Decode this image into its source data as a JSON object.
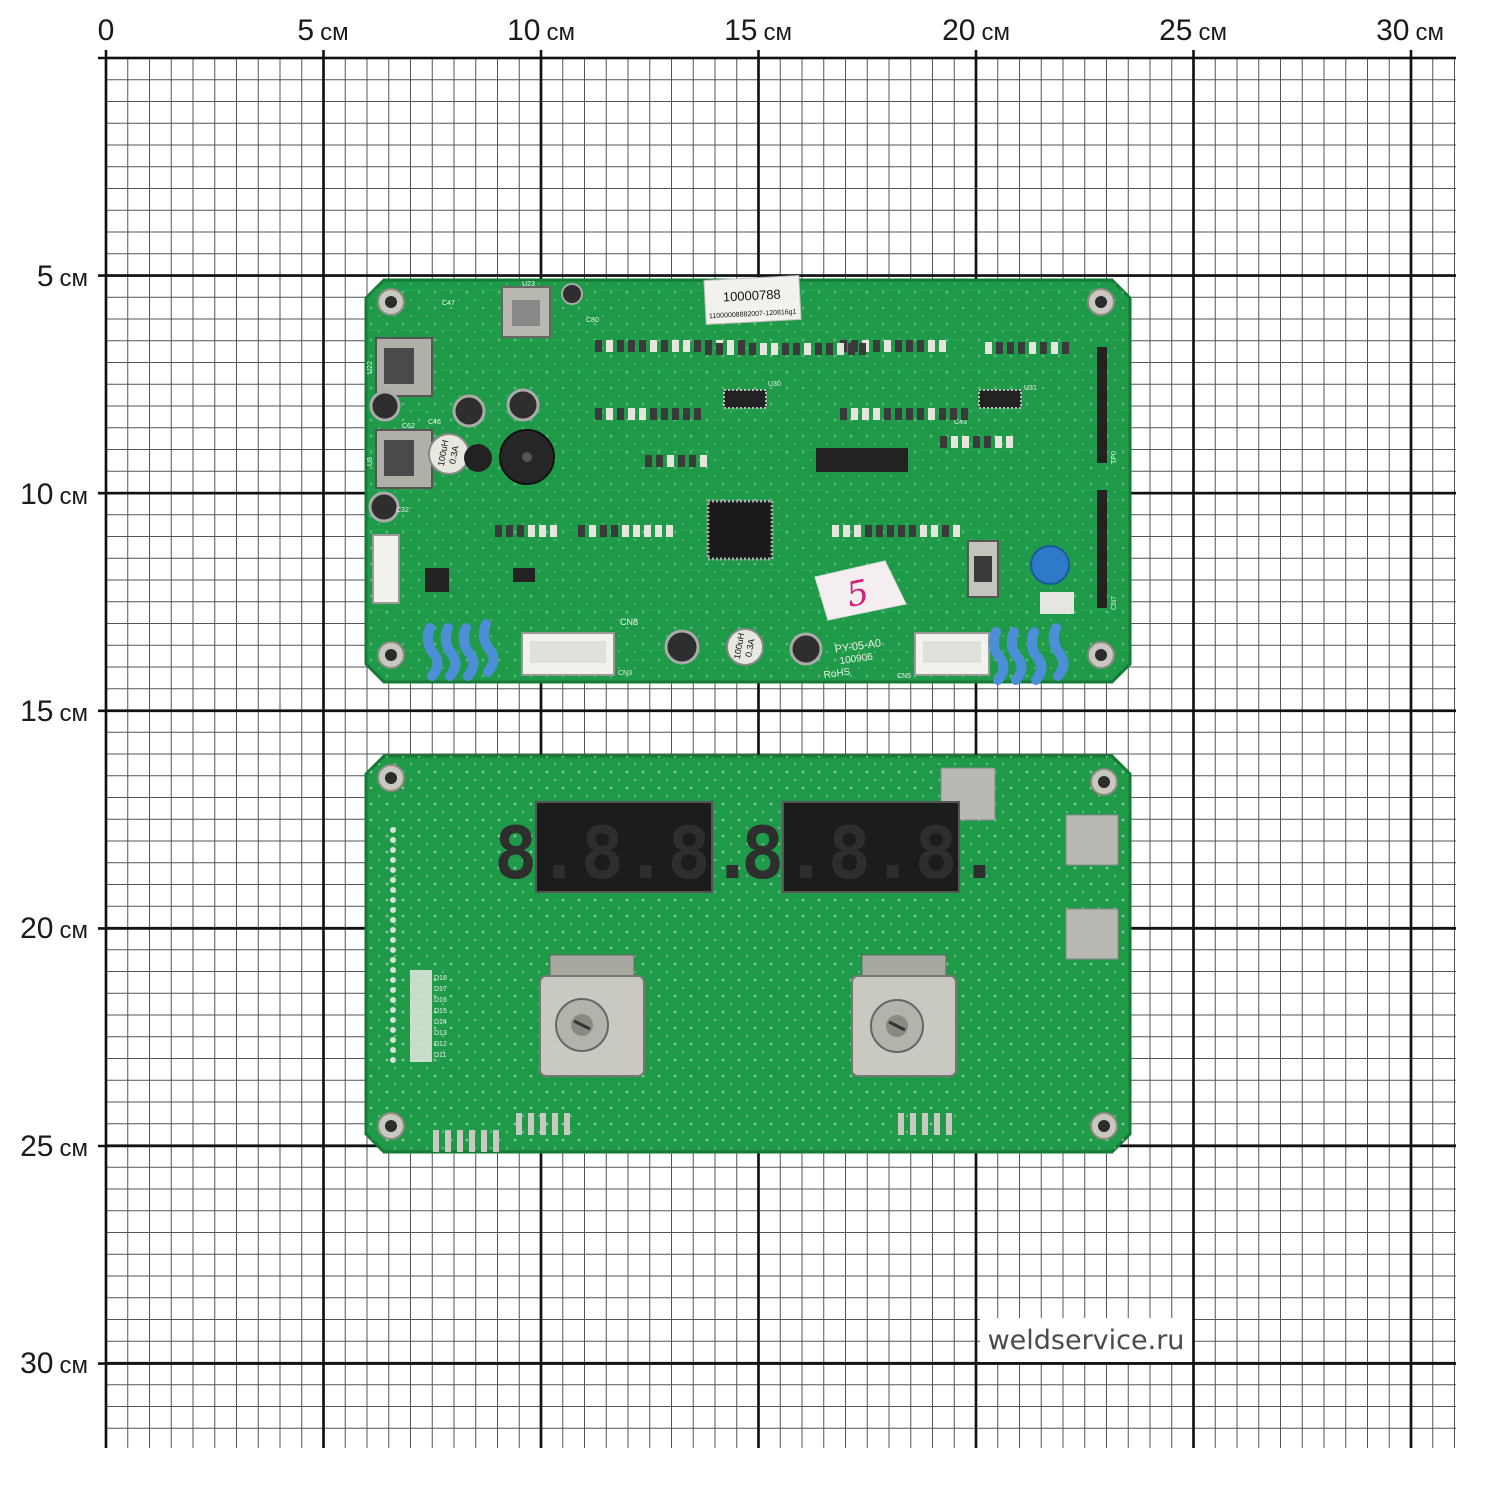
{
  "ruler": {
    "unit": "см",
    "top_labels": [
      "0",
      "5",
      "10",
      "15",
      "20",
      "25",
      "30"
    ],
    "left_labels": [
      "5",
      "10",
      "15",
      "20",
      "25",
      "30"
    ]
  },
  "top_board": {
    "sticker_code": "10000788",
    "sticker_sub": "11000008882007-120816g1",
    "model": "PY-05-A0",
    "date_code": "100906",
    "rohs": "RoHS",
    "inductor_left": [
      "100uH",
      "0.3A"
    ],
    "inductor_right": [
      "100uH",
      "0.3A"
    ],
    "handwritten_mark": "5",
    "refs": [
      "U23",
      "U22",
      "U8",
      "CN3",
      "CN5",
      "CN7",
      "CN8",
      "TP0",
      "U31",
      "U30",
      "C80",
      "C32",
      "C47",
      "C62",
      "C46",
      "C43"
    ]
  },
  "bottom_board": {
    "displays": [
      "8.8.8.",
      "8.8.8."
    ],
    "refs": [
      "D18",
      "D17",
      "D16",
      "D15",
      "D14",
      "D13",
      "D12",
      "D11"
    ]
  },
  "watermark": "weldservice.ru",
  "colors": {
    "pcb": "#1f9a48",
    "pcb_dark": "#167a37",
    "grid": "#333333",
    "connector_blue": "#4d8fd6"
  }
}
